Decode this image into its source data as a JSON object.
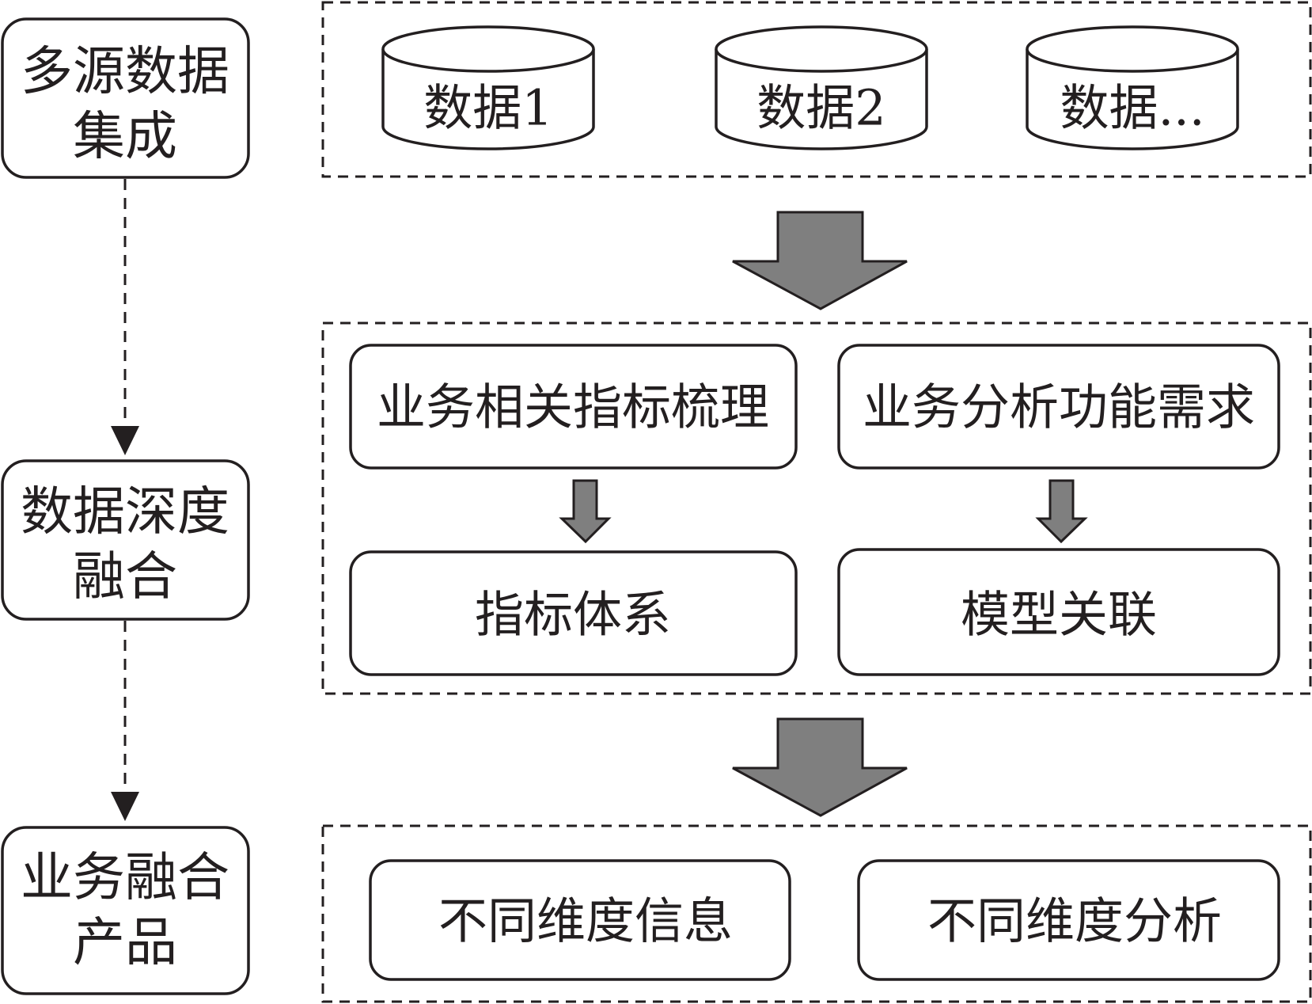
{
  "stages": [
    {
      "line1": "多源数据",
      "line2": "集成"
    },
    {
      "line1": "数据深度",
      "line2": "融合"
    },
    {
      "line1": "业务融合",
      "line2": "产品"
    }
  ],
  "integration": {
    "databases": [
      "数据1",
      "数据2",
      "数据..."
    ]
  },
  "fusion": {
    "left_top": "业务相关指标梳理",
    "left_bottom": "指标体系",
    "right_top": "业务分析功能需求",
    "right_bottom": "模型关联"
  },
  "products": {
    "left": "不同维度信息",
    "right": "不同维度分析"
  }
}
